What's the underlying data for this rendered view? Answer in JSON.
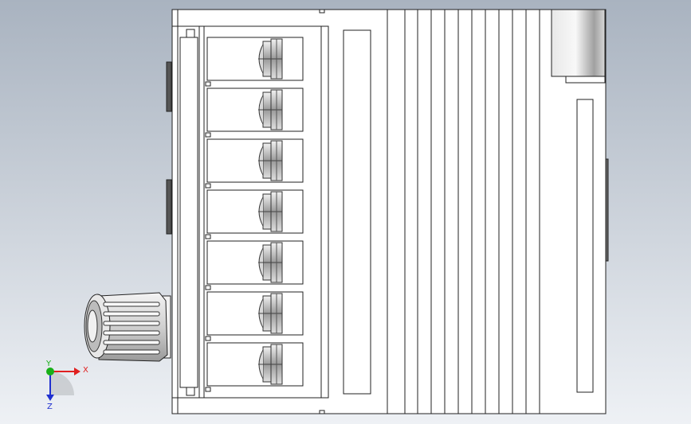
{
  "colors": {
    "bg_top": "#a9b3c0",
    "bg_bottom": "#eef1f5",
    "body_fill": "#ffffff",
    "outline": "#222222",
    "x_axis": "#e02020",
    "y_axis": "#18b018",
    "z_axis": "#2030d0"
  },
  "triad": {
    "x_label": "X",
    "y_label": "Y",
    "z_label": "Z"
  },
  "diagram": {
    "terminal_count": 7,
    "fin_count": 11,
    "icons": [
      "terminal-screw-icon",
      "cable-gland-knob-icon",
      "coordinate-triad-icon"
    ]
  }
}
